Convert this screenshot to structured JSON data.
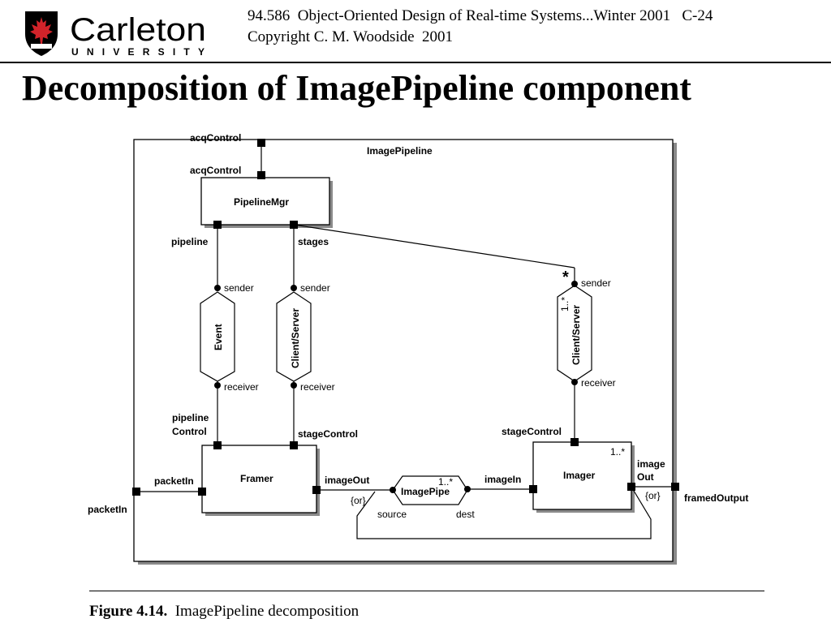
{
  "header": {
    "logo_name": "Carleton",
    "logo_subtitle": "UNIVERSITY",
    "course_line": "94.586  Object-Oriented Design of Real-time Systems...Winter 2001   C-24",
    "copyright_line": "Copyright C. M. Woodside  2001"
  },
  "slide": {
    "title": "Decomposition of ImagePipeline component"
  },
  "diagram": {
    "capsule": "ImagePipeline",
    "outer_port_acq": "acqControl",
    "mgr_name": "PipelineMgr",
    "mgr_port_acq": "acqControl",
    "mgr_port_pipeline": "pipeline",
    "mgr_port_stages": "stages",
    "event_protocol": "Event",
    "cs_protocol_1": "Client/Server",
    "cs_protocol_2": "Client/Server",
    "sender_1": "sender",
    "sender_2": "sender",
    "sender_3": "sender",
    "receiver_1": "receiver",
    "receiver_2": "receiver",
    "receiver_3": "receiver",
    "star_top": "*",
    "mult_cs2": "1..*",
    "framer_port_pipeline_1": "pipeline",
    "framer_port_pipeline_2": "Control",
    "framer_port_stage": "stageControl",
    "framer_name": "Framer",
    "framer_port_packetin": "packetIn",
    "outer_port_packetin": "packetIn",
    "framer_port_imageout": "imageOut",
    "imagepipe_name": "ImagePipe",
    "imagepipe_mult": "1..*",
    "imagepipe_or": "{or}",
    "imagepipe_source": "source",
    "imagepipe_dest": "dest",
    "imager_port_imagein": "imageIn",
    "imager_port_stage": "stageControl",
    "imager_name": "Imager",
    "imager_mult": "1..*",
    "imager_port_imageout_1": "image",
    "imager_port_imageout_2": "Out",
    "imager_or": "{or}",
    "outer_port_framed": "framedOutput"
  },
  "caption": {
    "label": "Figure 4.14.",
    "text": "ImagePipeline decomposition"
  },
  "colors": {
    "logo_red": "#d2232a",
    "ink": "#000000",
    "shadow": "#8a8a8a"
  }
}
